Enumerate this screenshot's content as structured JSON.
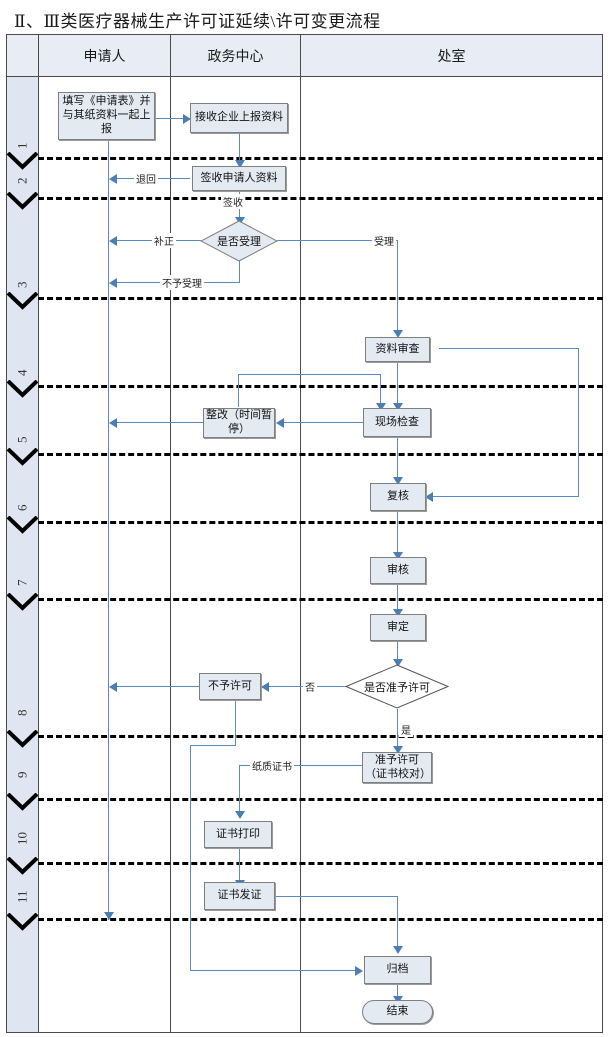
{
  "title": "Ⅱ、Ⅲ类医疗器械生产许可证延续\\许可变更流程",
  "columns": [
    {
      "key": "step",
      "label": ""
    },
    {
      "key": "applicant",
      "label": "申请人"
    },
    {
      "key": "service_center",
      "label": "政务中心"
    },
    {
      "key": "office",
      "label": "处室"
    }
  ],
  "steps": [
    "1",
    "2",
    "3",
    "4",
    "5",
    "6",
    "7",
    "8",
    "9",
    "10",
    "11"
  ],
  "nodes": [
    {
      "id": "fill_form",
      "label": "填写《申请表》并与其纸资料一起上报",
      "lane": "applicant",
      "shape": "process"
    },
    {
      "id": "receive_docs",
      "label": "接收企业上报资料",
      "lane": "service_center",
      "shape": "process"
    },
    {
      "id": "sign_receipt",
      "label": "签收申请人资料",
      "lane": "service_center",
      "shape": "process"
    },
    {
      "id": "accept_check",
      "label": "是否受理",
      "lane": "service_center",
      "shape": "decision"
    },
    {
      "id": "doc_review",
      "label": "资料审查",
      "lane": "office",
      "shape": "process"
    },
    {
      "id": "rectify",
      "label": "整改（时间暂停）",
      "lane": "service_center",
      "shape": "process"
    },
    {
      "id": "site_inspect",
      "label": "现场检查",
      "lane": "office",
      "shape": "process"
    },
    {
      "id": "recheck",
      "label": "复核",
      "lane": "office",
      "shape": "process"
    },
    {
      "id": "examine",
      "label": "审核",
      "lane": "office",
      "shape": "process"
    },
    {
      "id": "approve_decide",
      "label": "审定",
      "lane": "office",
      "shape": "process"
    },
    {
      "id": "permit_check",
      "label": "是否准予许可",
      "lane": "office",
      "shape": "decision"
    },
    {
      "id": "no_permit",
      "label": "不予许可",
      "lane": "service_center",
      "shape": "process"
    },
    {
      "id": "grant_permit",
      "label": "准予许可（证书校对）",
      "lane": "office",
      "shape": "process"
    },
    {
      "id": "cert_print",
      "label": "证书打印",
      "lane": "service_center",
      "shape": "process"
    },
    {
      "id": "cert_issue",
      "label": "证书发证",
      "lane": "service_center",
      "shape": "process"
    },
    {
      "id": "archive",
      "label": "归档",
      "lane": "office",
      "shape": "process"
    },
    {
      "id": "end",
      "label": "结束",
      "lane": "office",
      "shape": "terminator"
    }
  ],
  "edge_labels": {
    "return_docs": "退回",
    "signed": "签收",
    "supplement": "补正",
    "accepted": "受理",
    "not_accepted": "不予受理",
    "no": "否",
    "yes": "是",
    "paper_cert": "纸质证书"
  },
  "colors": {
    "box_fill": "#e4eaf2",
    "box_border": "#7f7f7f",
    "header_fill": "#e8ecf5",
    "step_strip_fill": "#dfe6f2",
    "connector": "#5b8ac2",
    "arrow": "#4a7fb5",
    "frame": "#4a4a4a"
  }
}
